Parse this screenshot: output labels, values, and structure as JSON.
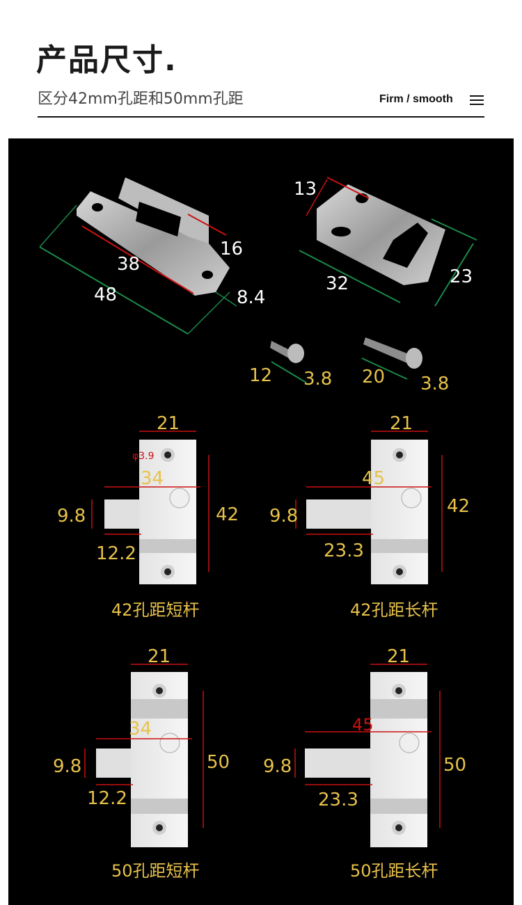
{
  "header": {
    "title": "产品尺寸.",
    "subtitle": "区分42mm孔距和50mm孔距",
    "tagline": "Firm / smooth"
  },
  "plate_left": {
    "len_outer": "48",
    "len_inner": "38",
    "height": "16",
    "thick": "8.4"
  },
  "plate_right": {
    "hole": "13",
    "width": "32",
    "height": "23"
  },
  "screws": [
    {
      "length": "12",
      "diameter": "3.8"
    },
    {
      "length": "20",
      "diameter": "3.8"
    }
  ],
  "latches": [
    {
      "caption": "42孔距短杆",
      "width": "21",
      "hole_dia": "φ3.9",
      "overall": "34",
      "bolt_h": "9.8",
      "bolt_len": "12.2",
      "pitch": "42"
    },
    {
      "caption": "42孔距长杆",
      "width": "21",
      "overall": "45",
      "bolt_h": "9.8",
      "bolt_len": "23.3",
      "pitch": "42"
    },
    {
      "caption": "50孔距短杆",
      "width": "21",
      "overall": "34",
      "bolt_h": "9.8",
      "bolt_len": "12.2",
      "pitch": "50"
    },
    {
      "caption": "50孔距长杆",
      "width": "21",
      "overall": "45",
      "bolt_h": "9.8",
      "bolt_len": "23.3",
      "pitch": "50"
    }
  ]
}
